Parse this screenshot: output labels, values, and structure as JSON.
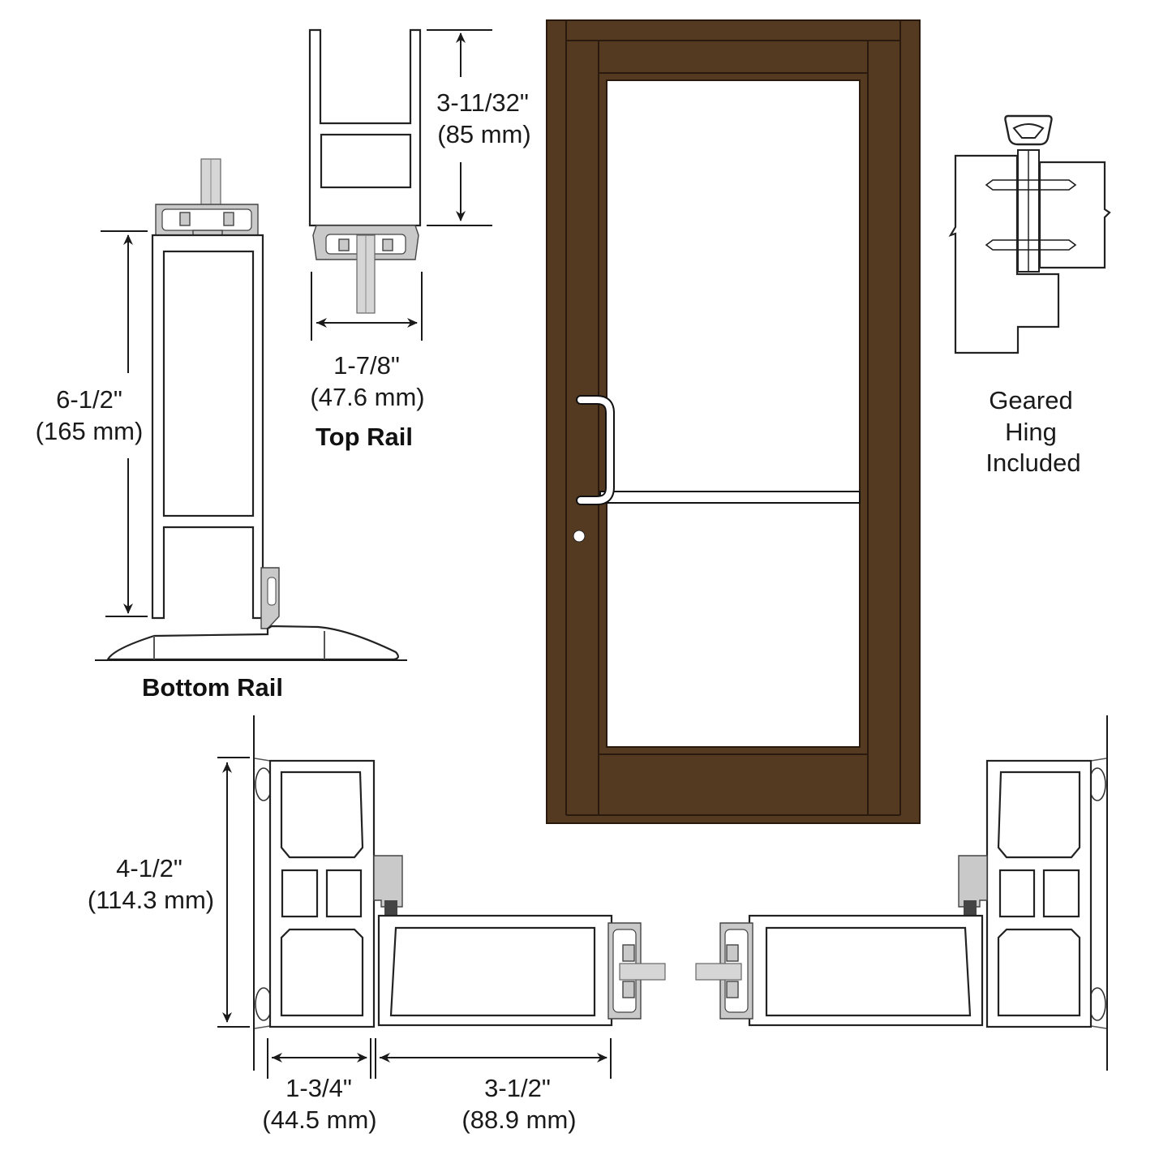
{
  "colors": {
    "door_finish": "#553a22",
    "door_dark_line": "#2a1a0d",
    "line": "#1a1a1a",
    "background": "#ffffff"
  },
  "top_rail": {
    "caption": "Top Rail",
    "height_in": "3-11/32\"",
    "height_mm": "(85 mm)",
    "width_in": "1-7/8\"",
    "width_mm": "(47.6 mm)"
  },
  "bottom_rail": {
    "caption": "Bottom Rail",
    "height_in": "6-1/2\"",
    "height_mm": "(165 mm)"
  },
  "hinge": {
    "line1": "Geared",
    "line2": "Hing",
    "line3": "Included"
  },
  "stile_section": {
    "frame_depth_in": "4-1/2\"",
    "frame_depth_mm": "(114.3 mm)",
    "frame_width_in": "1-3/4\"",
    "frame_width_mm": "(44.5 mm)",
    "stile_width_in": "3-1/2\"",
    "stile_width_mm": "(88.9 mm)"
  },
  "door": {
    "finish": "Bronze",
    "hardware": [
      "pull-handle",
      "push-bar",
      "lock-cylinder"
    ]
  }
}
